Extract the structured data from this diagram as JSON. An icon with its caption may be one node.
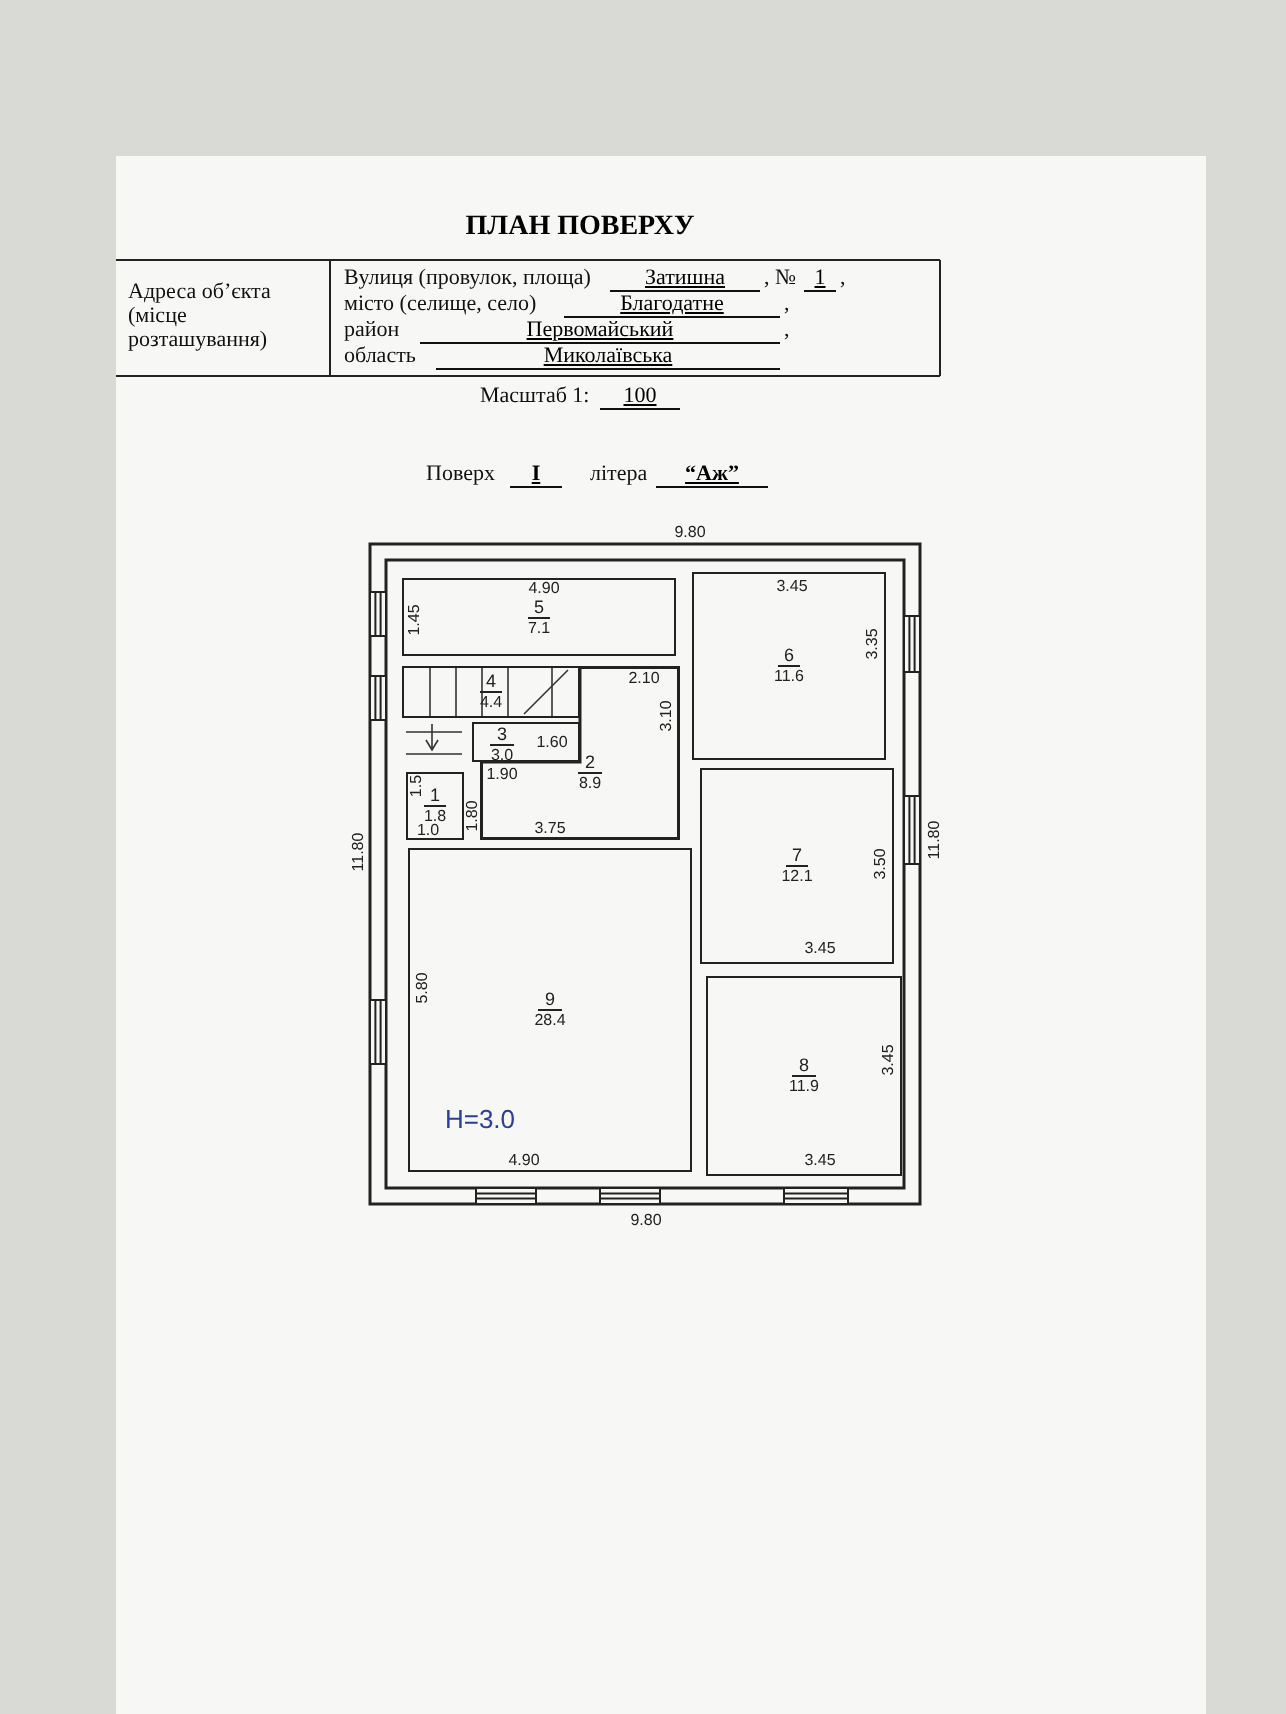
{
  "diagram": {
    "title": "ПЛАН ПОВЕРХУ",
    "nodes": [
      {
        "text": [
          "5",
          "7.1"
        ]
      },
      {
        "text": [
          "6",
          "11.6"
        ]
      },
      {
        "text": [
          "4",
          "4.4"
        ]
      },
      {
        "text": [
          "3",
          "3.0"
        ]
      },
      {
        "text": [
          "2",
          "8.9"
        ]
      },
      {
        "text": [
          "1",
          "1.8"
        ]
      },
      {
        "text": [
          "7",
          "12.1"
        ]
      },
      {
        "text": [
          "9",
          "28.4"
        ]
      },
      {
        "text": [
          "8",
          "11.9"
        ]
      }
    ],
    "labels": [
      "Адреса об’єкта (місце розташування)",
      "Вулиця (провулок, площа)",
      "Затишна",
      ", №",
      "1",
      ",",
      "місто (селище, село)",
      "Благодатне",
      ",",
      "район",
      "Первомайський",
      ",",
      "область",
      "Миколаївська",
      "Масштаб 1:",
      "100",
      "Поверх",
      "I",
      "літера",
      "“Аж”",
      "9.80",
      "4.90",
      "1.45",
      "3.45",
      "3.35",
      "2.10",
      "3.10",
      "1.60",
      "1.90",
      "1.5",
      "1.0",
      "1.80",
      "3.75",
      "11.80",
      "11.80",
      "3.50",
      "3.45",
      "5.80",
      "3.45",
      "H=3.0",
      "4.90",
      "3.45",
      "9.80"
    ]
  }
}
